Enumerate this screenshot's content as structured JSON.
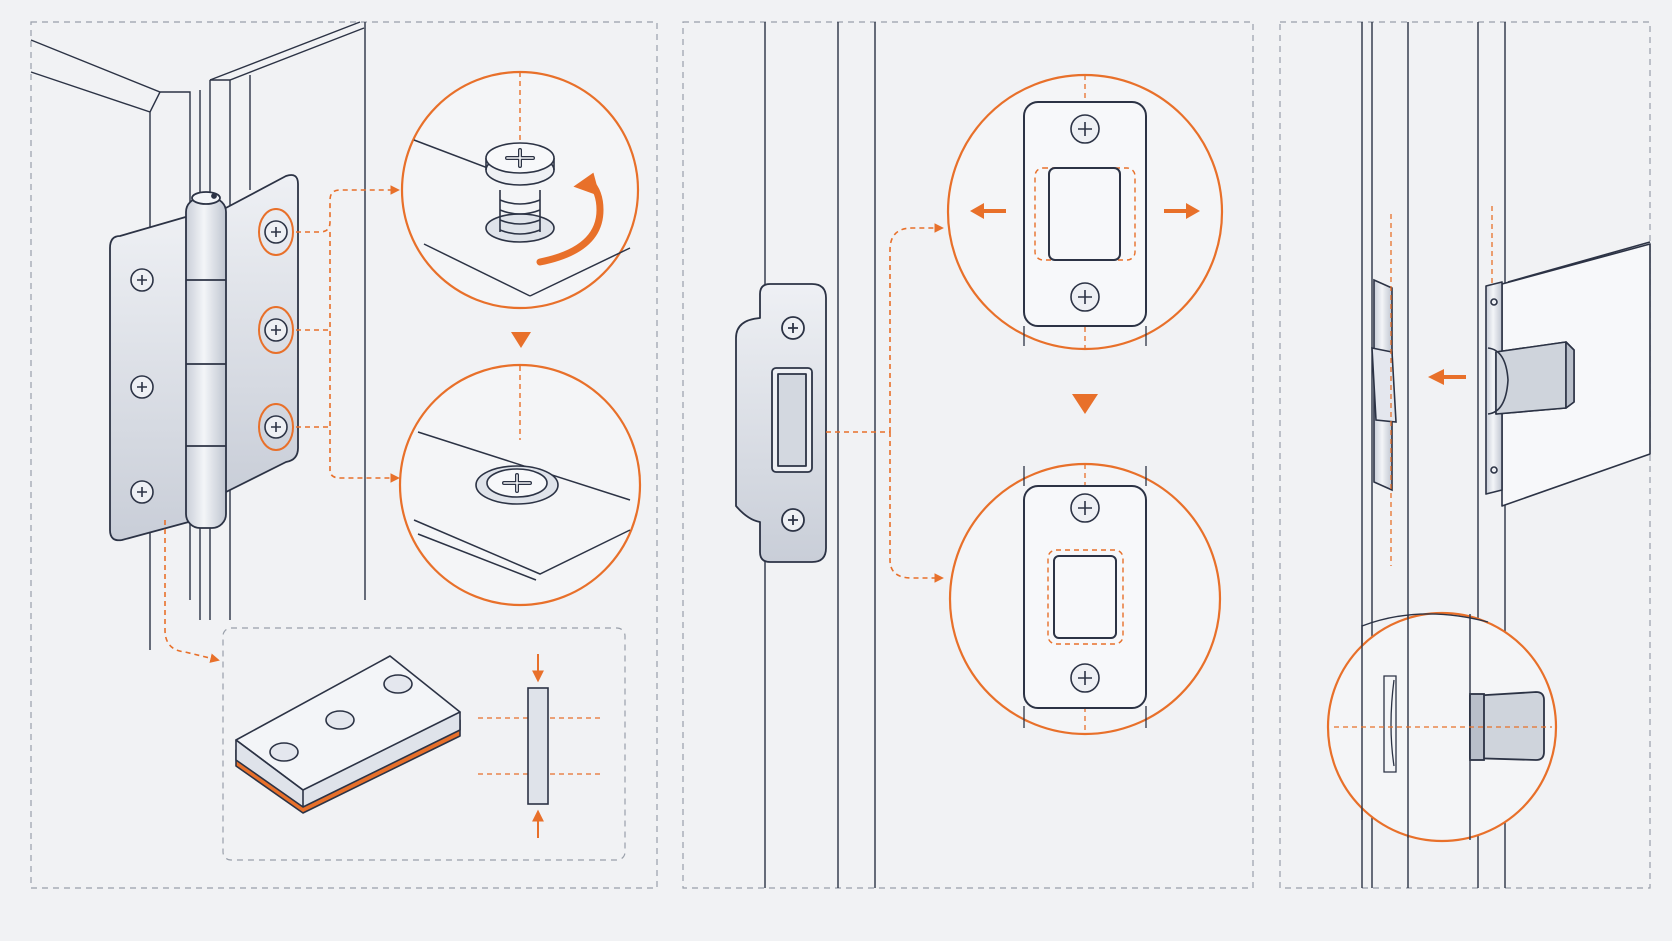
{
  "colors": {
    "background": "#f1f2f4",
    "line": "#2c3345",
    "accent": "#e8702a",
    "metal": "#e4e7ee",
    "metal_shade": "#c9ced8",
    "panel_border": "#9aa0aa"
  },
  "panels": [
    {
      "id": "hinge",
      "icons": [
        "hinge-icon",
        "screw-icon",
        "shim-icon",
        "rotate-arrow-icon"
      ]
    },
    {
      "id": "strike-plate",
      "icons": [
        "strike-plate-icon",
        "screw-icon",
        "arrow-left-icon",
        "arrow-right-icon",
        "arrow-down-icon"
      ]
    },
    {
      "id": "latch",
      "icons": [
        "latch-bolt-icon",
        "arrow-left-icon"
      ]
    }
  ]
}
